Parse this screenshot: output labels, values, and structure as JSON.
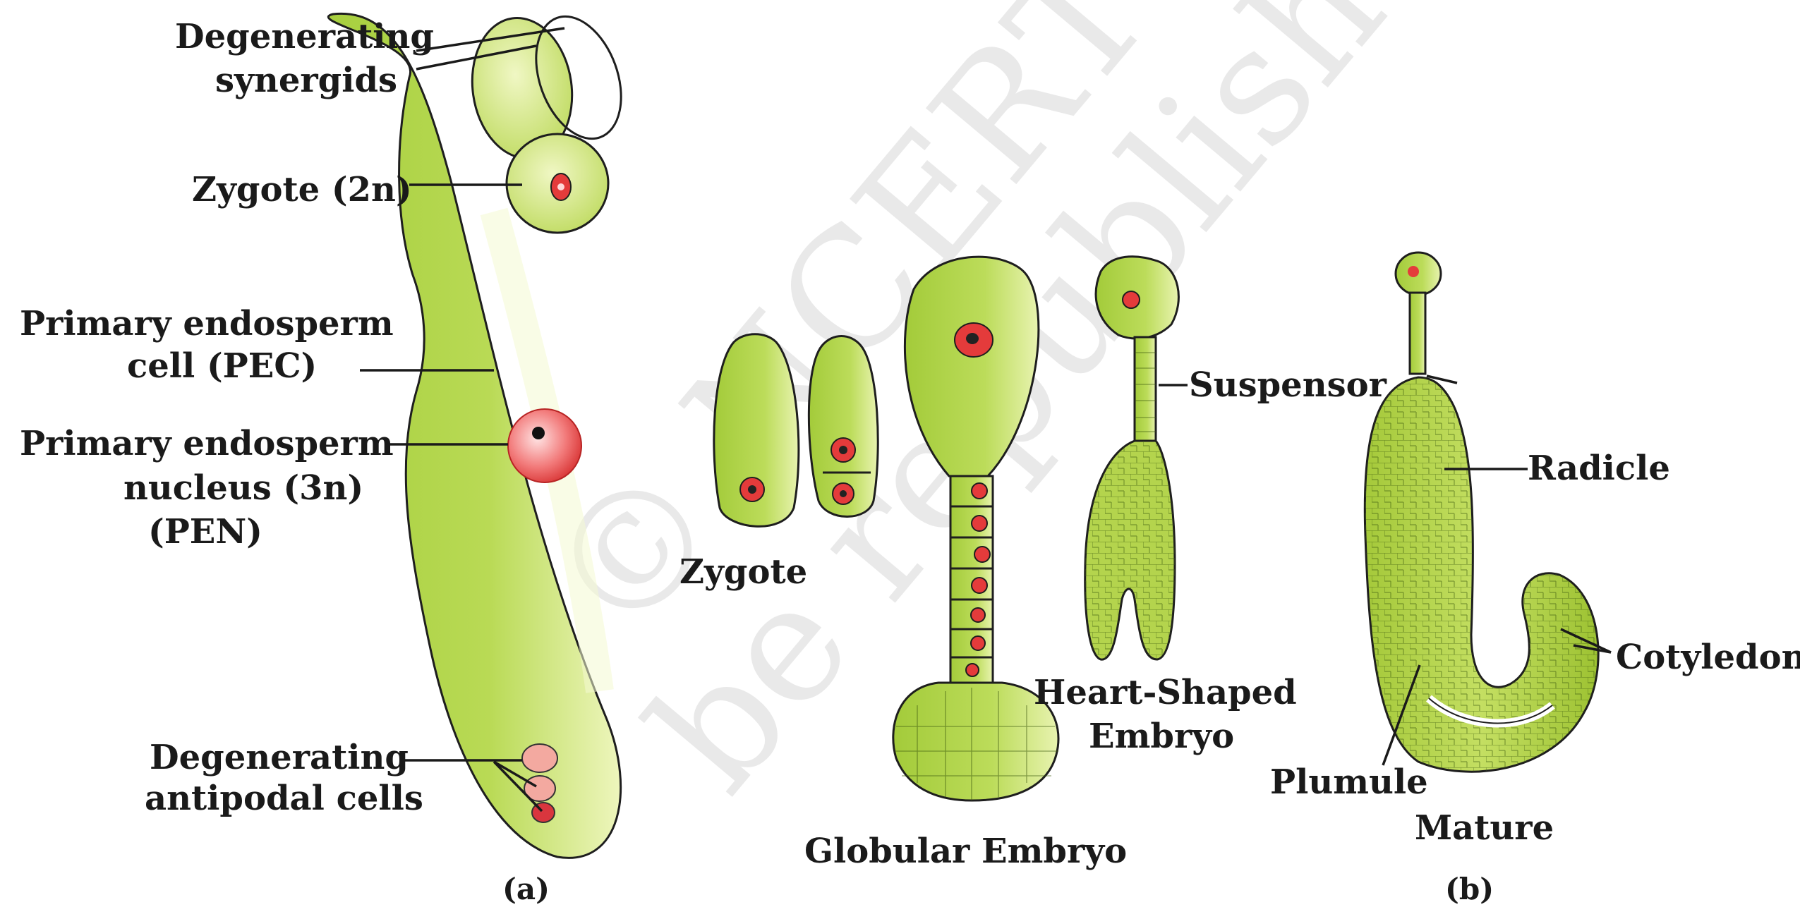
{
  "watermark": {
    "line1": "© NCERT",
    "line2": "be republished"
  },
  "panel_a": {
    "degenerating_synergids": [
      "Degenerating",
      "synergids"
    ],
    "zygote_2n": "Zygote (2n)",
    "primary_endosperm_cell": [
      "Primary endosperm",
      "cell (PEC)"
    ],
    "primary_endosperm_nucleus": [
      "Primary endosperm",
      "nucleus (3n)",
      "(PEN)"
    ],
    "degenerating_antipodal_cells": [
      "Degenerating",
      "antipodal cells"
    ],
    "caption": "(a)"
  },
  "panel_b": {
    "zygote": "Zygote",
    "globular_embryo": "Globular Embryo",
    "heart_shaped_embryo": [
      "Heart-Shaped",
      "Embryo"
    ],
    "suspensor": "Suspensor",
    "radicle": "Radicle",
    "cotyledon": "Cotyledon",
    "plumule": "Plumule",
    "mature": "Mature",
    "caption": "(b)"
  },
  "colors": {
    "cell_fill_light": "#eef6b4",
    "cell_fill": "#b7d84a",
    "cell_fill_dark": "#92b82a",
    "embryo_fill": "#a9cc3c",
    "nucleus": "#e43b3b",
    "nucleus_light": "#ffd9d9",
    "antipodal": "#f3a9a0"
  }
}
